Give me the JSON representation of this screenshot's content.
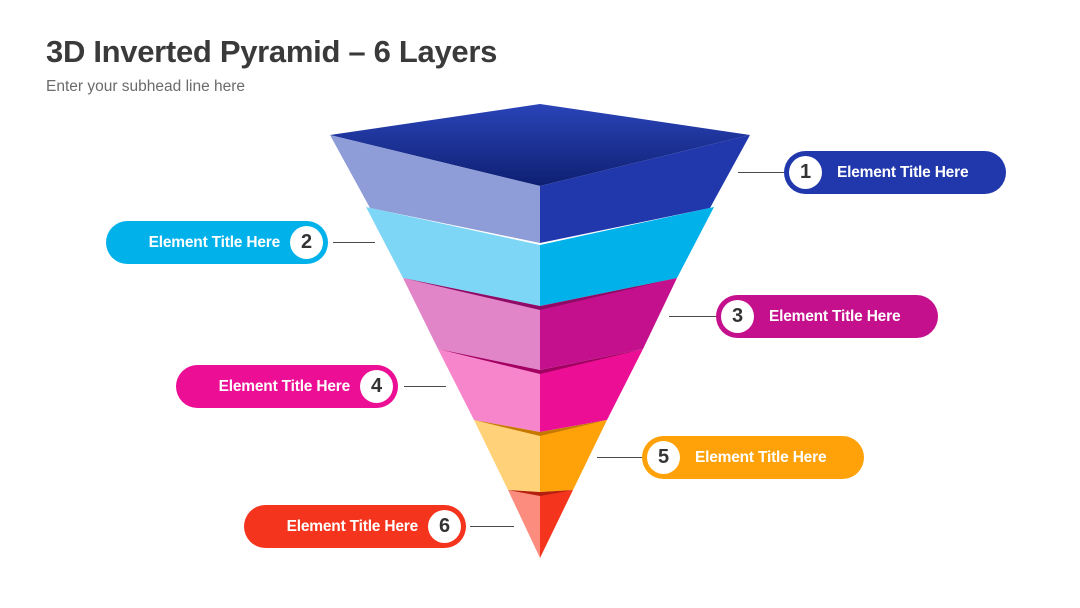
{
  "header": {
    "title": "3D Inverted Pyramid – 6 Layers",
    "subtitle": "Enter your subhead line here"
  },
  "layers": [
    {
      "number": "1",
      "label": "Element Title Here",
      "side": "right",
      "color": "#2138ac",
      "light": "#8e9cd8"
    },
    {
      "number": "2",
      "label": "Element Title Here",
      "side": "left",
      "color": "#00b1ea",
      "light": "#7dd6f6"
    },
    {
      "number": "3",
      "label": "Element Title Here",
      "side": "right",
      "color": "#c4108d",
      "light": "#e284c8"
    },
    {
      "number": "4",
      "label": "Element Title Here",
      "side": "left",
      "color": "#ec0f95",
      "light": "#f785cb"
    },
    {
      "number": "5",
      "label": "Element Title Here",
      "side": "right",
      "color": "#ffa20a",
      "light": "#ffd27a"
    },
    {
      "number": "6",
      "label": "Element Title Here",
      "side": "left",
      "color": "#f5341d",
      "light": "#fb8c7e"
    }
  ]
}
